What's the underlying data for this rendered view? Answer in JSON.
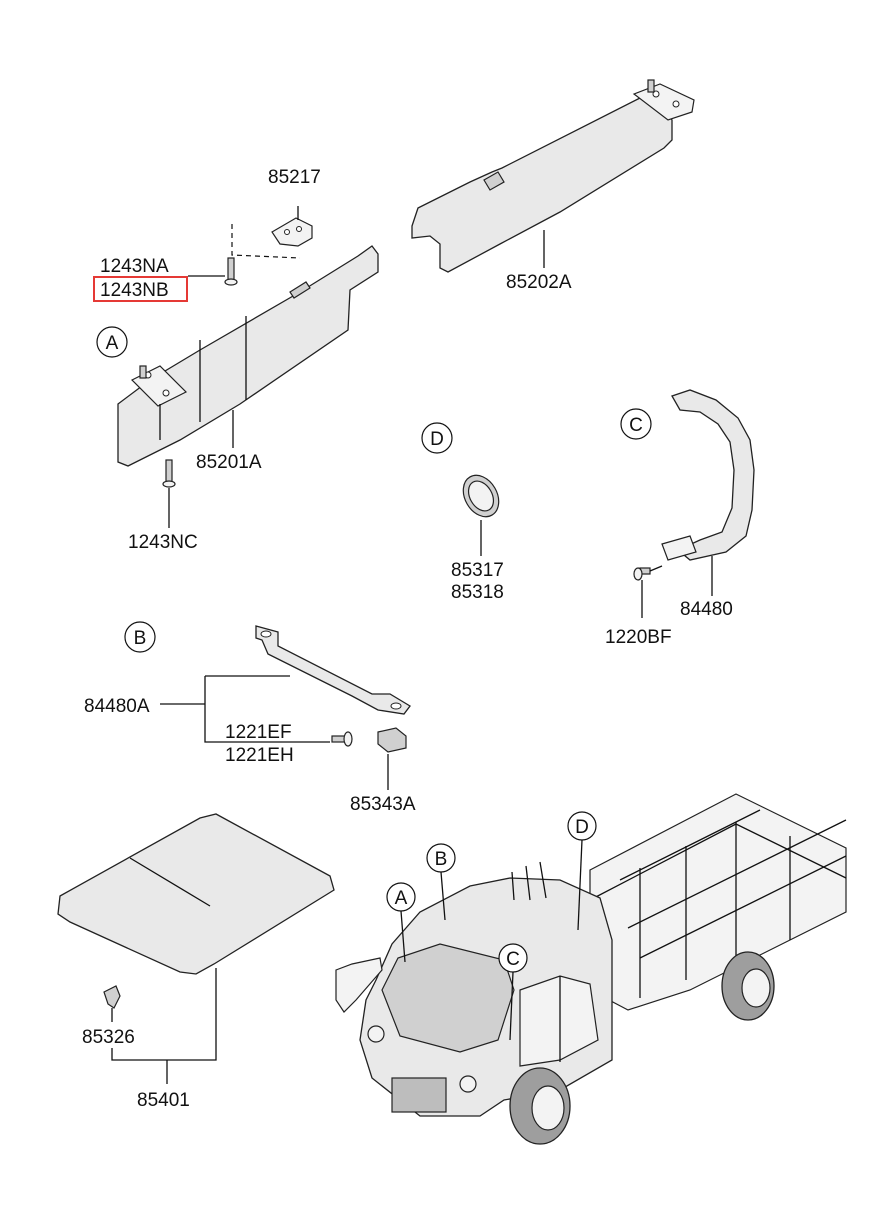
{
  "labels": {
    "p85217": "85217",
    "p1243NA": "1243NA",
    "p1243NB": "1243NB",
    "p85202A": "85202A",
    "p85201A": "85201A",
    "p1243NC": "1243NC",
    "p85317": "85317",
    "p85318": "85318",
    "p84480": "84480",
    "p1220BF": "1220BF",
    "p84480A": "84480A",
    "p1221EF": "1221EF",
    "p1221EH": "1221EH",
    "p85343A": "85343A",
    "p85326": "85326",
    "p85401": "85401"
  },
  "callouts": {
    "A": "A",
    "B": "B",
    "C": "C",
    "D": "D"
  },
  "highlight": {
    "part": "1243NB",
    "color": "#e53935"
  }
}
